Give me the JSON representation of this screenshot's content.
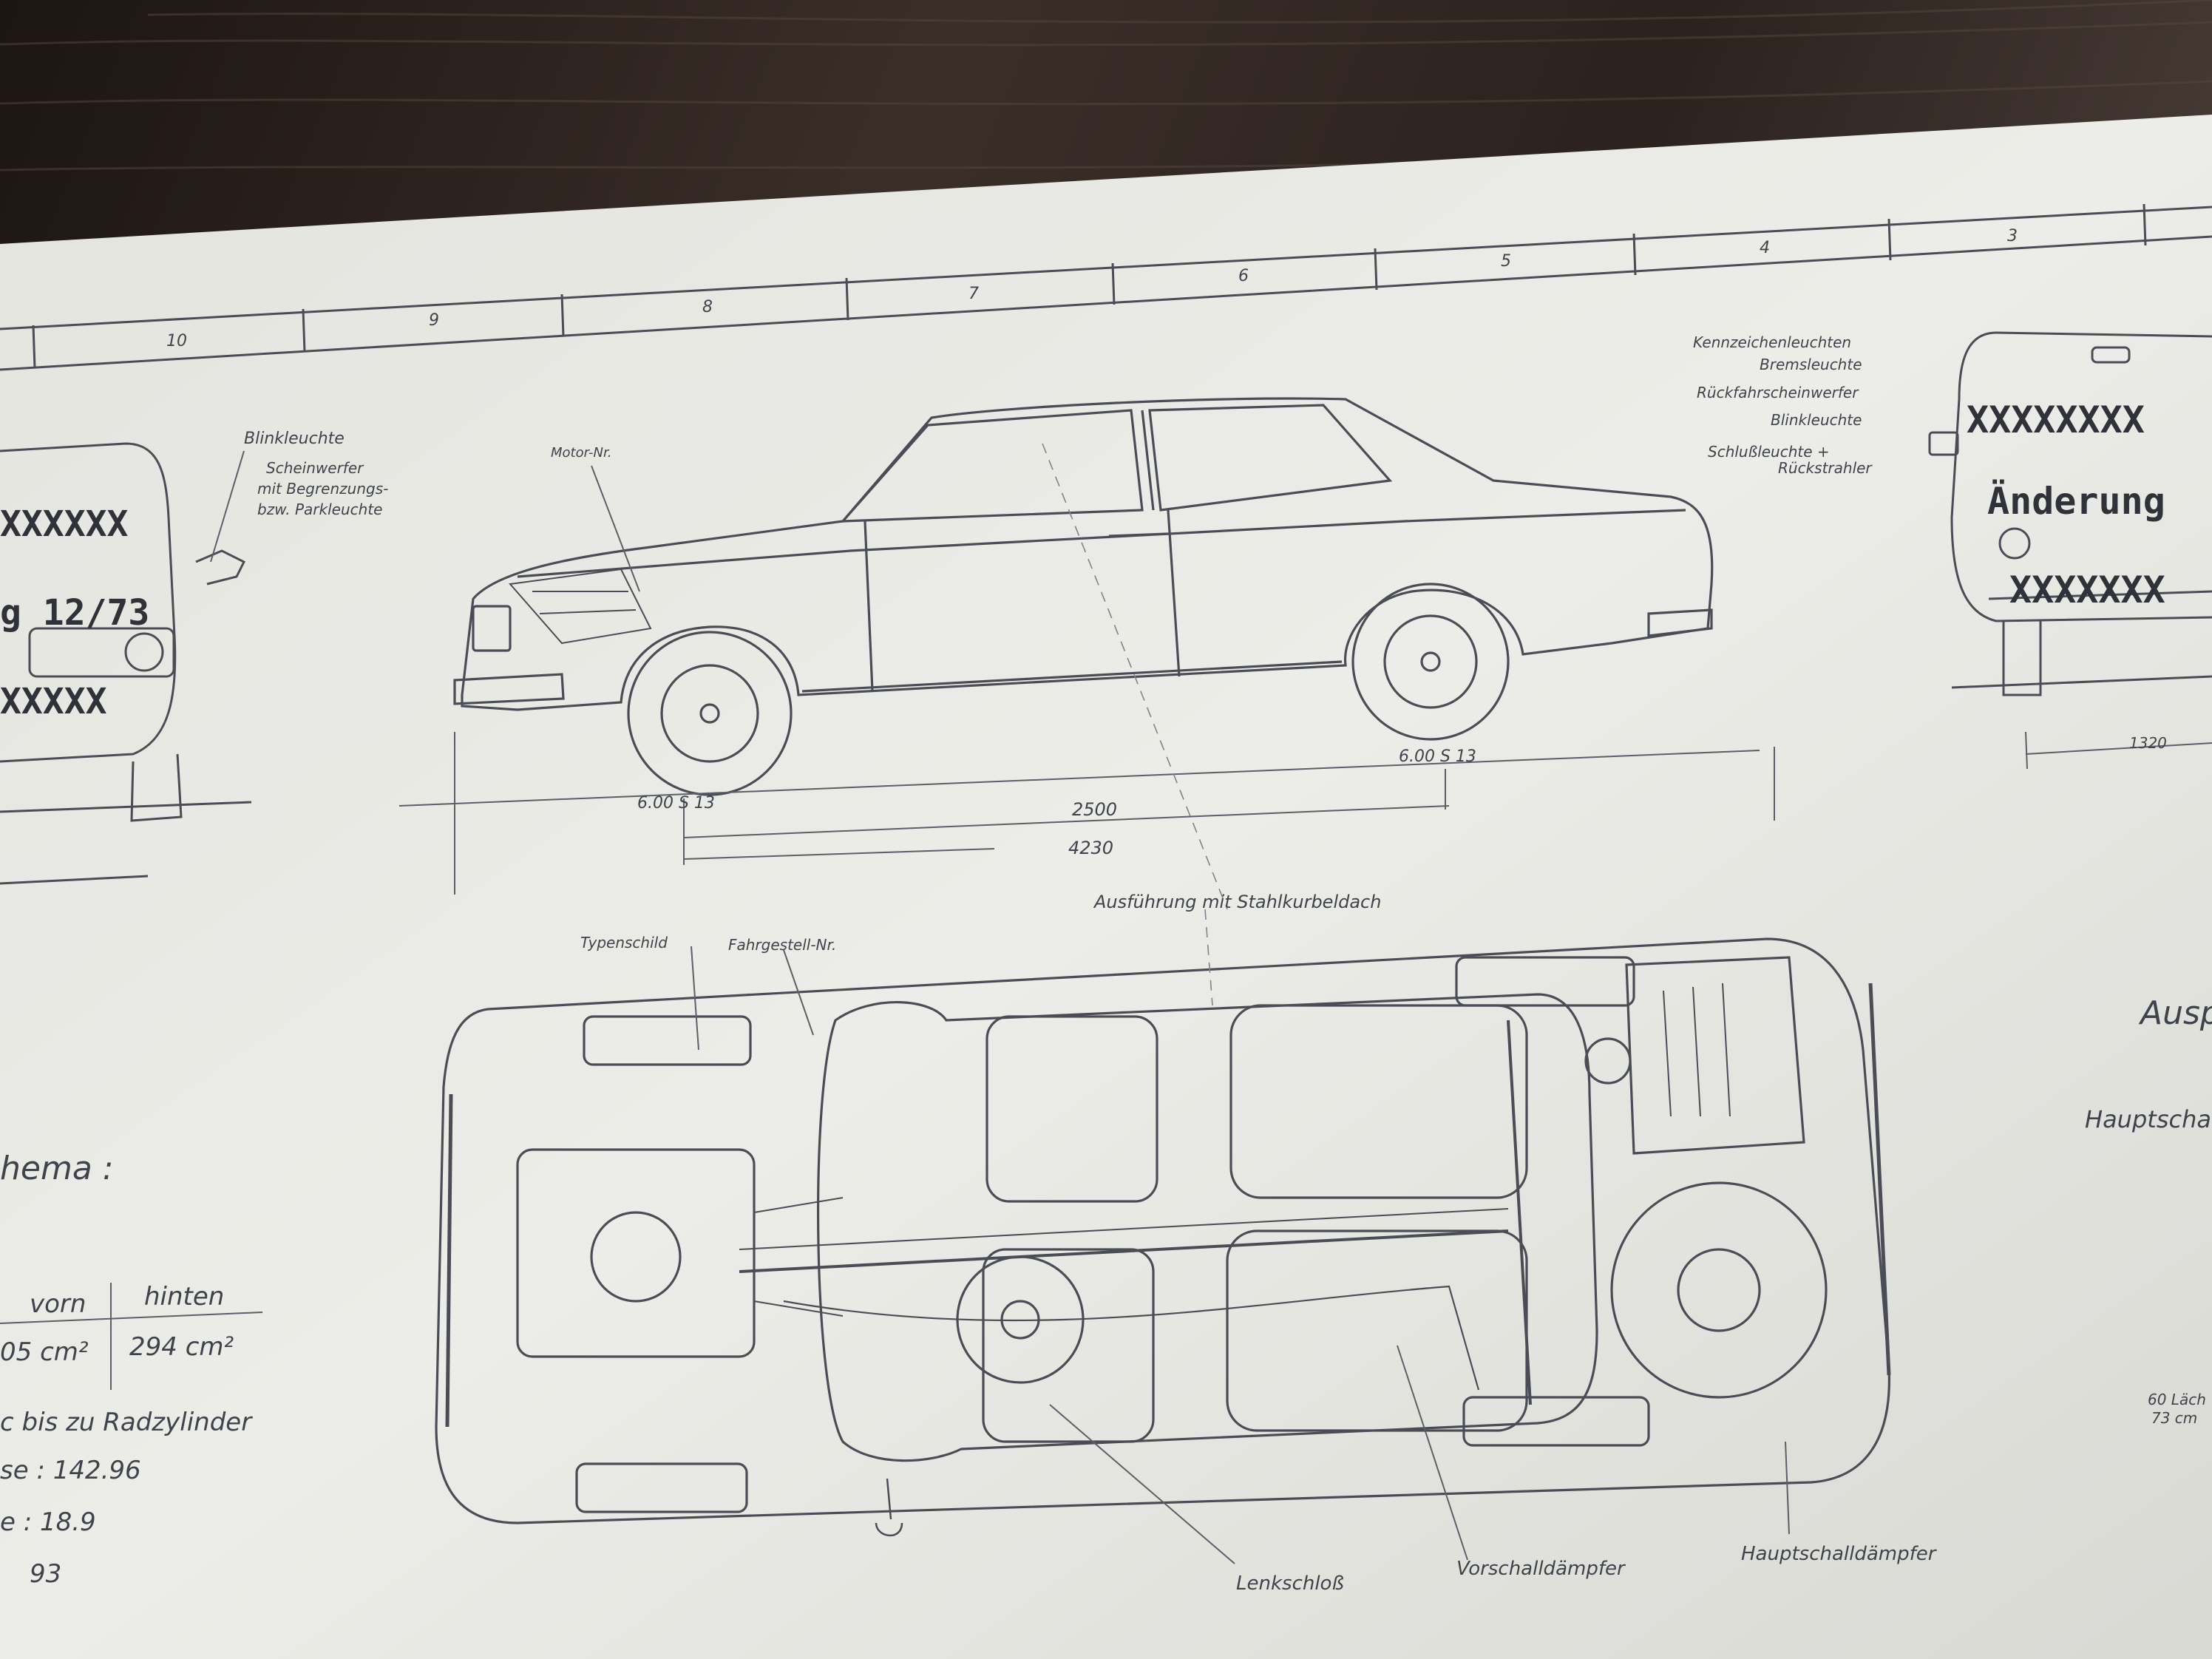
{
  "sheet": {
    "grid_numbers": [
      "10",
      "9",
      "8",
      "7",
      "6",
      "5",
      "4",
      "3"
    ]
  },
  "front_view": {
    "overlay_top": "XXXXXX",
    "overlay_middle": "g 12/73",
    "overlay_bottom": "XXXXX",
    "label_blink": "Blinkleuchte",
    "label_schein_1": "Scheinwerfer",
    "label_schein_2": "mit Begrenzungs-",
    "label_schein_3": "bzw. Parkleuchte"
  },
  "side_view": {
    "label_motor": "Motor-Nr.",
    "tire_front": "6.00 S 13",
    "tire_rear": "6.00 S 13",
    "wheelbase": "2500",
    "length": "4230"
  },
  "rear_view": {
    "overlay_top": "XXXXXXXX",
    "overlay_middle": "Änderung",
    "overlay_bottom": "XXXXXXX",
    "label_1": "Kennzeichenleuchten",
    "label_2": "Bremsleuchte",
    "label_3": "Rückfahrscheinwerfer",
    "label_4": "Blinkleuchte",
    "label_5": "Schlußleuchte +",
    "label_6": "Rückstrahler",
    "track": "1320"
  },
  "top_view": {
    "label_roof": "Ausführung mit Stahlkurbeldach",
    "label_typenschild": "Typenschild",
    "label_chassis": "Fahrgestell-Nr.",
    "label_lenkschloss": "Lenkschloß",
    "label_vorschall": "Vorschalldämpfer",
    "label_hauptschall": "Hauptschalldämpfer"
  },
  "left_table": {
    "heading": "hema :",
    "col_front": "vorn",
    "col_rear": "hinten",
    "val_front": "05 cm²",
    "val_rear": "294 cm²",
    "line_1": "c bis zu Radzylinder",
    "line_2": "se :   142.96",
    "line_3": "e :    18.9",
    "line_4": "93"
  },
  "right_edge": {
    "text_1": "Ausp",
    "text_2": "Hauptscha",
    "text_3": "60 Läch",
    "text_4": "73 cm"
  },
  "colors": {
    "desk": "#2a211d",
    "paper": "#e8e8e4",
    "ink": "#4a4d55"
  }
}
